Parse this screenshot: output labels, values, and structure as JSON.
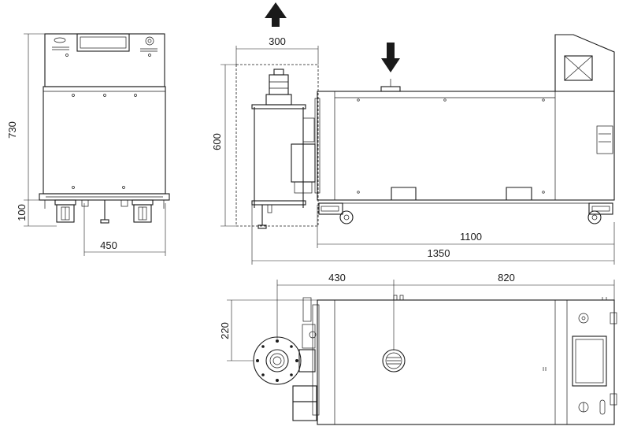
{
  "dimensions": {
    "front_height": "730",
    "front_base_height": "100",
    "front_width": "450",
    "side_extension_width": "300",
    "side_extension_height": "600",
    "side_body_length": "1100",
    "side_total_length": "1350",
    "top_left_offset": "430",
    "top_right_offset": "820",
    "top_side_offset": "220"
  },
  "colors": {
    "line": "#1a1a1a",
    "background": "#ffffff"
  },
  "icons": {
    "up_arrow": "arrow-up-icon",
    "down_arrow": "arrow-down-icon"
  }
}
